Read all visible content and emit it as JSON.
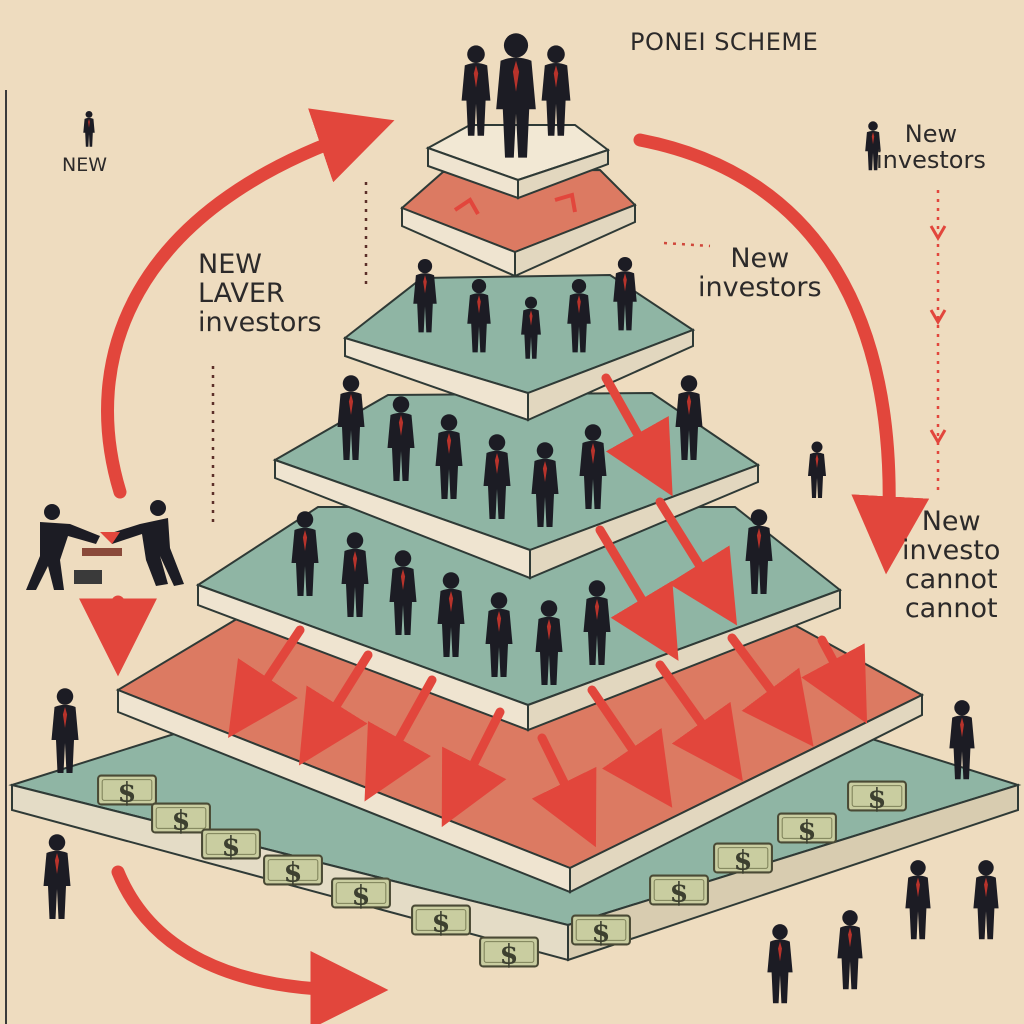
{
  "title": "PONEI SCHEME",
  "labels": {
    "new_left": "NEW",
    "layer_left": [
      "NEW",
      "LAVER",
      "investors"
    ],
    "mid_right": [
      "New",
      "investors"
    ],
    "top_right": [
      "New",
      "investors"
    ],
    "bottom_right": [
      "New",
      "investo",
      "cannot",
      "cannot"
    ]
  },
  "icons": [
    "person-figure-icon",
    "dollar-bill-icon",
    "flow-arrow-icon",
    "handshake-icon"
  ],
  "colors": {
    "background": "#eedcbf",
    "arrow_red": "#e2463c",
    "teal_tier": "#8fb5a4",
    "salmon_tier": "#dc7a62",
    "tier_edge": "#f2e8d4",
    "suit": "#1c1c24"
  }
}
